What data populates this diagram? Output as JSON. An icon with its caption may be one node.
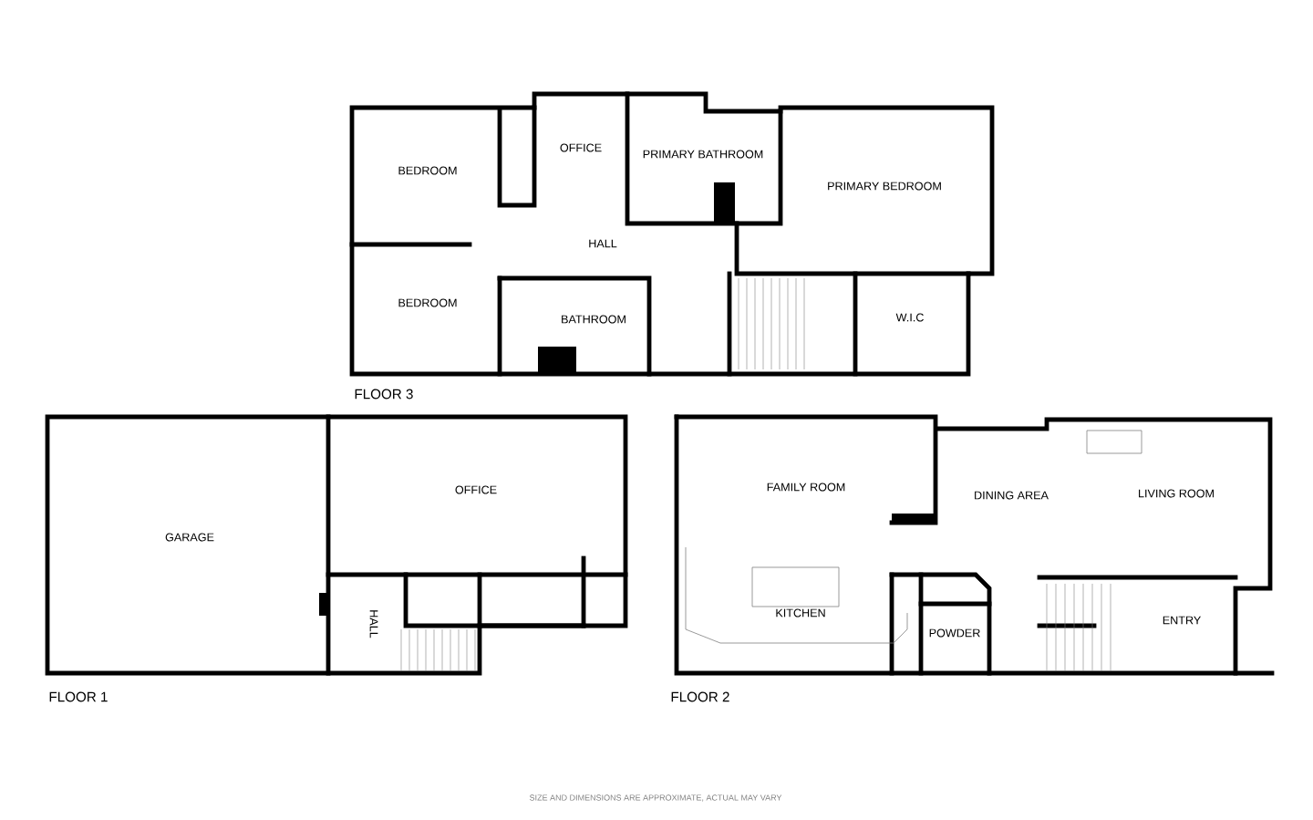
{
  "diagram": {
    "labels": [
      "OFFICE",
      "PRIMARY BATHROOM",
      "BEDROOM",
      "PRIMARY BEDROOM",
      "HALL",
      "BEDROOM",
      "BATHROOM",
      "W.I.C",
      "FLOOR 3",
      "OFFICE",
      "FAMILY ROOM",
      "DINING AREA",
      "LIVING ROOM",
      "GARAGE",
      "KITCHEN",
      "POWDER",
      "HALL",
      "ENTRY",
      "FLOOR 1",
      "FLOOR 2",
      "SIZE AND DIMENSIONS ARE APPROXIMATE, ACTUAL MAY VARY"
    ]
  }
}
